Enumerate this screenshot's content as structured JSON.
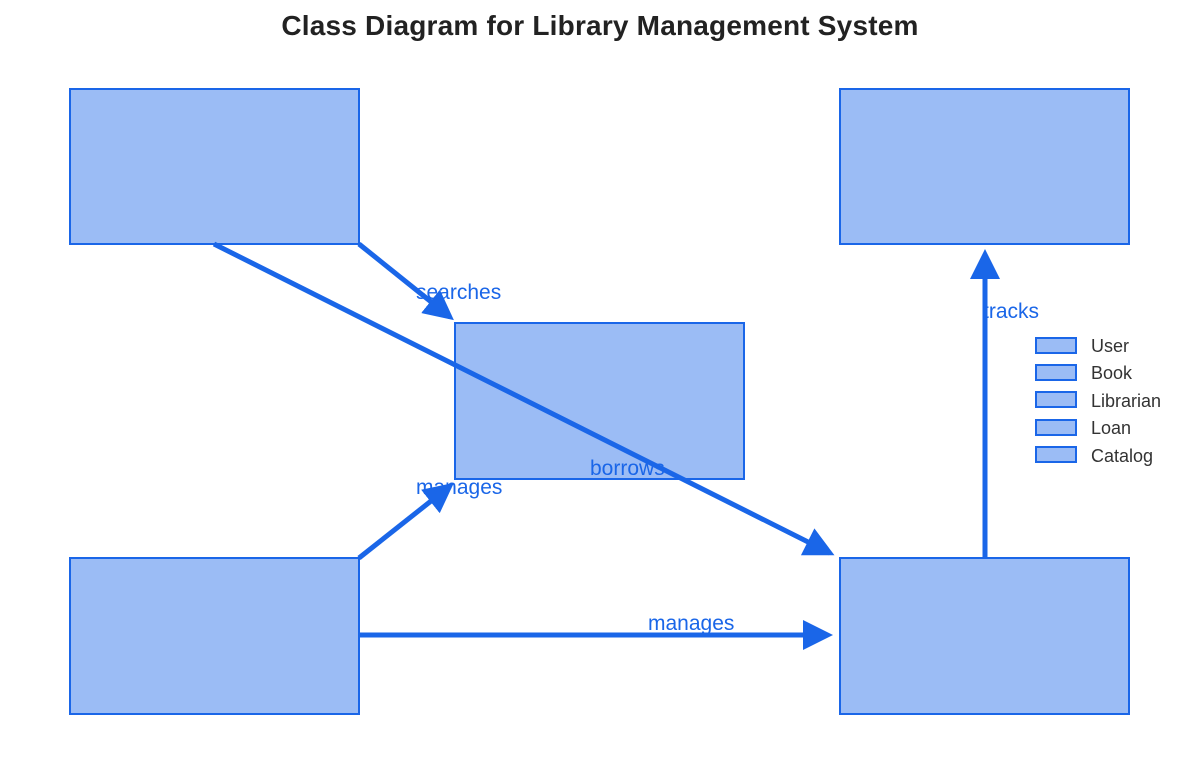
{
  "title": "Class Diagram for Library Management System",
  "colors": {
    "node_fill": "#9bbcf5",
    "node_stroke": "#1a66e8",
    "edge": "#1a66e8",
    "title": "#222222",
    "legend_text": "#333333"
  },
  "nodes": [
    {
      "id": "user",
      "label": ""
    },
    {
      "id": "catalog",
      "label": ""
    },
    {
      "id": "book",
      "label": ""
    },
    {
      "id": "librarian",
      "label": ""
    },
    {
      "id": "loan",
      "label": ""
    }
  ],
  "edges": [
    {
      "from": "user",
      "to": "book",
      "label": "searches"
    },
    {
      "from": "user",
      "to": "loan",
      "label": "borrows"
    },
    {
      "from": "librarian",
      "to": "book",
      "label": "manages"
    },
    {
      "from": "librarian",
      "to": "loan",
      "label": "manages"
    },
    {
      "from": "loan",
      "to": "catalog",
      "label": "tracks"
    }
  ],
  "legend": {
    "items": [
      "User",
      "Book",
      "Librarian",
      "Loan",
      "Catalog"
    ]
  }
}
